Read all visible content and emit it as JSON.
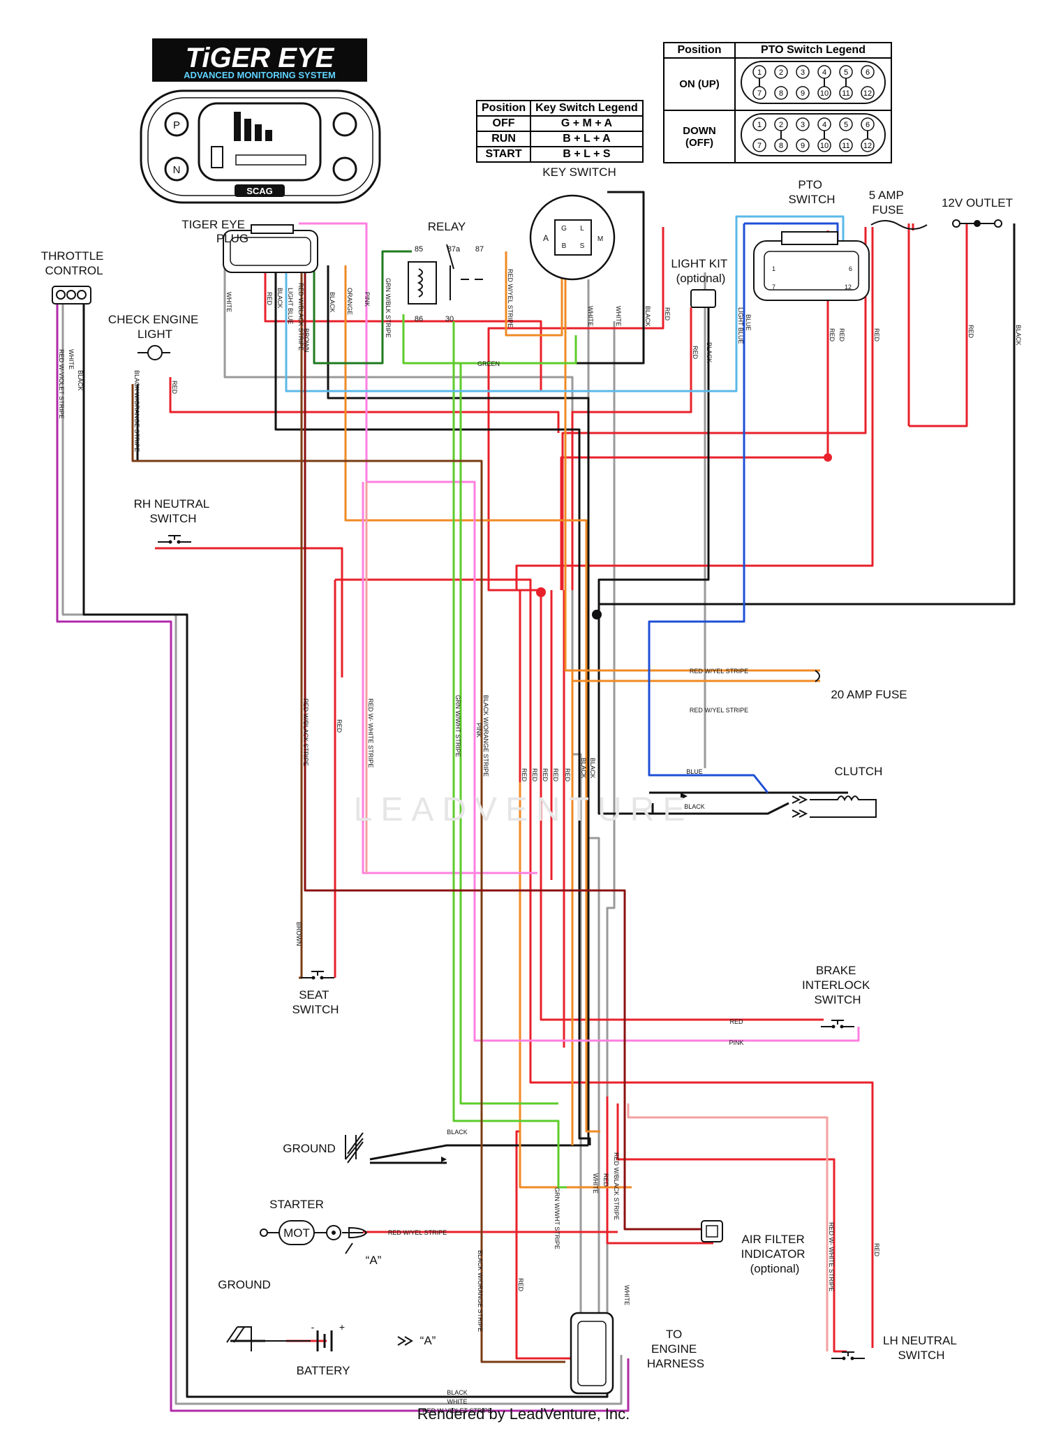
{
  "logo": {
    "title": "TiGER EYE",
    "subtitle": "ADVANCED MONITORING SYSTEM",
    "brand": "SCAG"
  },
  "key_legend": {
    "headers": [
      "Position",
      "Key Switch Legend"
    ],
    "rows": [
      [
        "OFF",
        "G + M + A"
      ],
      [
        "RUN",
        "B + L + A"
      ],
      [
        "START",
        "B + L + S"
      ]
    ],
    "caption": "KEY SWITCH",
    "terminals": [
      "G",
      "A",
      "B",
      "L",
      "S",
      "M"
    ]
  },
  "pto_legend": {
    "headers": [
      "Position",
      "PTO Switch Legend"
    ],
    "rows": [
      "ON (UP)",
      "DOWN (OFF)"
    ],
    "pins": [
      "1",
      "2",
      "3",
      "4",
      "5",
      "6",
      "7",
      "8",
      "9",
      "10",
      "11",
      "12"
    ]
  },
  "components": {
    "tiger_eye_plug": "TIGER EYE\nPLUG",
    "relay": "RELAY",
    "relay_pins": [
      "85",
      "87a",
      "87",
      "86",
      "30"
    ],
    "throttle": "THROTTLE\nCONTROL",
    "check_engine": "CHECK ENGINE\nLIGHT",
    "light_kit": "LIGHT KIT\n(optional)",
    "pto_switch": "PTO\nSWITCH",
    "pto_pins": [
      "1",
      "6",
      "7",
      "12"
    ],
    "fuse5": "5 AMP\nFUSE",
    "outlet": "12V OUTLET",
    "rh_neutral": "RH NEUTRAL\nSWITCH",
    "fuse20": "20 AMP FUSE",
    "clutch": "CLUTCH",
    "seat": "SEAT\nSWITCH",
    "brake": "BRAKE\nINTERLOCK\nSWITCH",
    "ground1": "GROUND",
    "starter": "STARTER",
    "starter_mot": "MOT",
    "starter_a": "“A”",
    "air_filter": "AIR FILTER\nINDICATOR\n(optional)",
    "ground2": "GROUND",
    "battery": "BATTERY",
    "battery_a": "“A”",
    "battery_minus": "-",
    "battery_plus": "+",
    "engine_harness": "TO\nENGINE\nHARNESS",
    "lh_neutral": "LH NEUTRAL\nSWITCH"
  },
  "wire_labels": {
    "white": "WHITE",
    "red": "RED",
    "black": "BLACK",
    "light_blue": "LIGHT BLUE",
    "red_black": "RED W/BLACK STRIPE",
    "brown": "BROWN",
    "orange": "ORANGE",
    "pink": "PINK",
    "grn_blk": "GRN W/BLK STRIPE",
    "red_yel": "RED W/YEL STRIPE",
    "green": "GREEN",
    "blue": "BLUE",
    "red_violet": "RED W-VIOLET STRIPE",
    "black_orange": "BLACK W/ORANGE STRIPE",
    "red_white": "RED W- WHITE STRIPE",
    "grn_wht": "GRN W/WHT STRIPE"
  },
  "watermark": "LEADVENTURE",
  "footer": "Rendered by LeadVenture, Inc.",
  "colors": {
    "red": "#e8202a",
    "black": "#111111",
    "white_wire": "#9a9a9a",
    "orange": "#f08a24",
    "pink": "#ff7fe0",
    "green": "#5ccc2a",
    "dark_green": "#1f7a1f",
    "blue": "#1e4fd6",
    "light_blue": "#5bb8e8",
    "brown": "#7a3b12",
    "violet": "#b02aa8",
    "dark_red": "#8b1010"
  }
}
